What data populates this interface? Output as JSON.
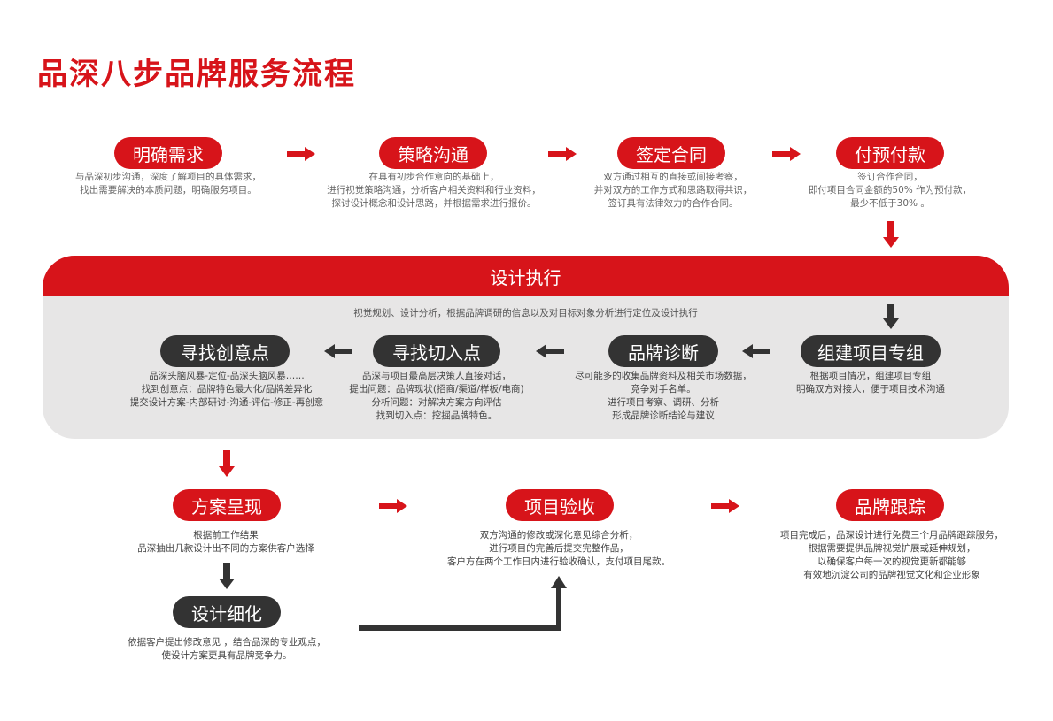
{
  "title": "品深八步品牌服务流程",
  "colors": {
    "accent": "#d7141a",
    "dark": "#333333",
    "panel": "#e7e6e6"
  },
  "steps": {
    "s1": {
      "label": "明确需求",
      "desc": [
        "与品深初步沟通，深度了解项目的具体需求，",
        "找出需要解决的本质问题，明确服务项目。"
      ]
    },
    "s2": {
      "label": "策略沟通",
      "desc": [
        "在具有初步合作意向的基础上，",
        "进行视觉策略沟通，分析客户相关资料和行业资料，",
        "探讨设计概念和设计思路，并根据需求进行报价。"
      ]
    },
    "s3": {
      "label": "签定合同",
      "desc": [
        "双方通过相互的直接或间接考察，",
        "并对双方的工作方式和思路取得共识，",
        "签订具有法律效力的合作合同。"
      ]
    },
    "s4": {
      "label": "付预付款",
      "desc": [
        "签订合作合同，",
        "即付项目合同金额的50% 作为预付款，",
        "最少不低于30% 。"
      ]
    }
  },
  "execution": {
    "header": "设计执行",
    "desc": "视觉规划、设计分析，根据品牌调研的信息以及对目标对象分析进行定位及设计执行",
    "a": {
      "label": "组建项目专组",
      "desc": [
        "根据项目情况，组建项目专组",
        "明确双方对接人，便于项目技术沟通"
      ]
    },
    "b": {
      "label": "品牌诊断",
      "desc": [
        "尽可能多的收集品牌资料及相关市场数据，",
        "竞争对手名单。",
        "进行项目考察、调研、分析",
        "形成品牌诊断结论与建议"
      ]
    },
    "c": {
      "label": "寻找切入点",
      "desc": [
        "品深与项目最高层决策人直接对话，",
        "提出问题：品牌现状(招商/渠道/样板/电商)",
        "分析问题：对解决方案方向评估",
        "找到切入点：挖掘品牌特色。"
      ]
    },
    "d": {
      "label": "寻找创意点",
      "desc": [
        "品深头脑风暴-定位-品深头脑风暴……",
        "找到创意点：品牌特色最大化/品牌差异化",
        "提交设计方案-内部研讨-沟通-评估-修正-再创意"
      ]
    }
  },
  "bottom": {
    "s5": {
      "label": "方案呈现",
      "desc": [
        "根据前工作结果",
        "品深抽出几款设计出不同的方案供客户选择"
      ]
    },
    "s5b": {
      "label": "设计细化",
      "desc": [
        "依据客户提出修改意见 ，结合品深的专业观点，",
        "使设计方案更具有品牌竞争力。"
      ]
    },
    "s6": {
      "label": "项目验收",
      "desc": [
        "双方沟通的修改或深化意见综合分析，",
        "进行项目的完善后提交完整作品，",
        "客户方在两个工作日内进行验收确认，支付项目尾款。"
      ]
    },
    "s7": {
      "label": "品牌跟踪",
      "desc": [
        "项目完成后，品深设计进行免费三个月品牌跟踪服务，",
        "根据需要提供品牌视觉扩展或延伸规划，",
        "以确保客户每一次的视觉更新都能够",
        "有效地沉淀公司的品牌视觉文化和企业形象"
      ]
    }
  }
}
